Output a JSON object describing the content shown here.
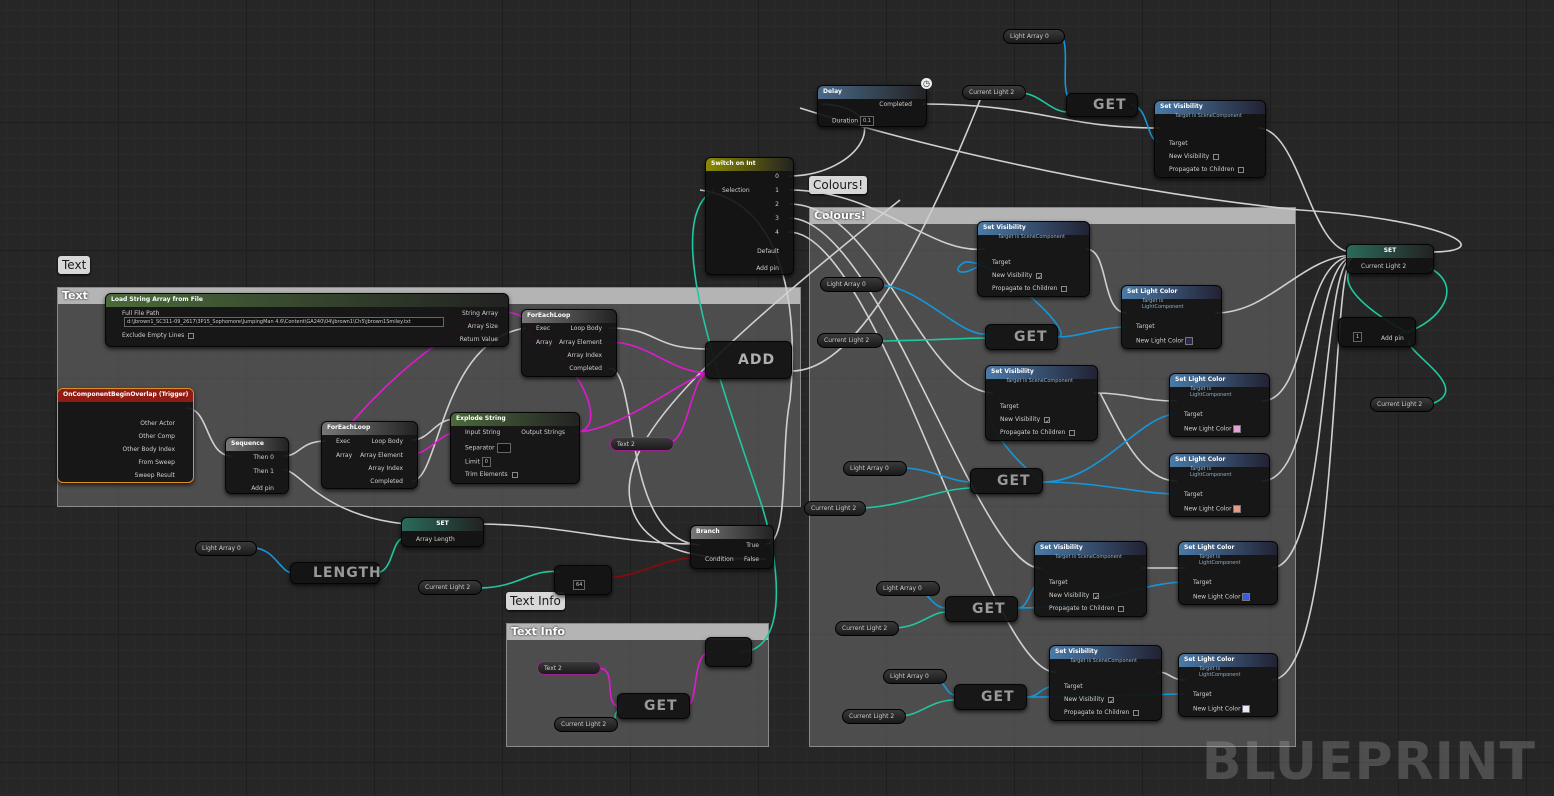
{
  "comments": {
    "text": "Text",
    "colours": "Colours!",
    "text_info": "Text Info"
  },
  "bubbles": {
    "text": "Text",
    "colours": "Colours!",
    "text_info": "Text Info"
  },
  "watermark": "BLUEPRINT",
  "nodes": {
    "load_string": {
      "title": "Load String Array from File",
      "full_path_label": "Full File Path",
      "full_path_value": "d:\\jbrown1_SC311-09_2617\\3P15_Sophomore\\JumpingMan 4.6\\Content\\GA240\\04\\jbrown1\\Ch5\\jbrown1Smiley.txt",
      "exclude_label": "Exclude Empty Lines",
      "string_array": "String Array",
      "array_size": "Array Size",
      "return_value": "Return Value"
    },
    "begin_overlap": {
      "title": "OnComponentBeginOverlap (Trigger)",
      "pins": [
        "Other Actor",
        "Other Comp",
        "Other Body Index",
        "From Sweep",
        "Sweep Result"
      ]
    },
    "sequence": {
      "title": "Sequence",
      "then0": "Then 0",
      "then1": "Then 1",
      "add": "Add pin"
    },
    "foreach1": {
      "title": "ForEachLoop",
      "exec": "Exec",
      "array": "Array",
      "loop_body": "Loop Body",
      "element": "Array Element",
      "index": "Array Index",
      "completed": "Completed"
    },
    "foreach2": {
      "title": "ForEachLoop",
      "exec": "Exec",
      "array": "Array",
      "loop_body": "Loop Body",
      "element": "Array Element",
      "index": "Array Index",
      "completed": "Completed"
    },
    "explode": {
      "title": "Explode String",
      "input": "Input String",
      "separator": "Separator",
      "limit": "Limit",
      "limit_val": "0",
      "trim": "Trim Elements",
      "output": "Output Strings"
    },
    "add": "ADD",
    "text2": "Text 2",
    "switch": {
      "title": "Switch on Int",
      "selection": "Selection",
      "outs": [
        "0",
        "1",
        "2",
        "3",
        "4"
      ],
      "default": "Default",
      "add": "Add pin"
    },
    "delay": {
      "title": "Delay",
      "completed": "Completed",
      "duration": "Duration",
      "duration_val": "0.1"
    },
    "set_vis_top": {
      "title": "Set Visibility",
      "subtitle": "Target is SceneComponent",
      "target": "Target",
      "new_vis": "New Visibility",
      "propagate": "Propagate to Children"
    },
    "set_vis": {
      "title": "Set Visibility",
      "subtitle": "Target is SceneComponent",
      "target": "Target",
      "new_vis": "New Visibility",
      "propagate": "Propagate to Children"
    },
    "set_color": {
      "title": "Set Light Color",
      "subtitle": "Target is LightComponent",
      "target": "Target",
      "new_color": "New Light Color"
    },
    "get": "GET",
    "length": "LENGTH",
    "set": {
      "title": "SET",
      "array_length": "Array Length",
      "current": "Current Light 2"
    },
    "branch": {
      "title": "Branch",
      "condition": "Condition",
      "true": "True",
      "false": "False"
    },
    "compare_val": "64",
    "add_node": {
      "add": "Add pin",
      "val": "1"
    },
    "vars": {
      "light_array": "Light Array 0",
      "current_light": "Current Light 2",
      "text2": "Text 2"
    }
  },
  "colors": {
    "exec": "#ffffff",
    "object": "#00a8f4",
    "int": "#1fe3af",
    "string": "#ff00d4",
    "bool": "#930000",
    "function": "#4a7aa8",
    "event": "#8f1b13",
    "macro": "#8a8a8a",
    "switch": "#8a8a00"
  }
}
